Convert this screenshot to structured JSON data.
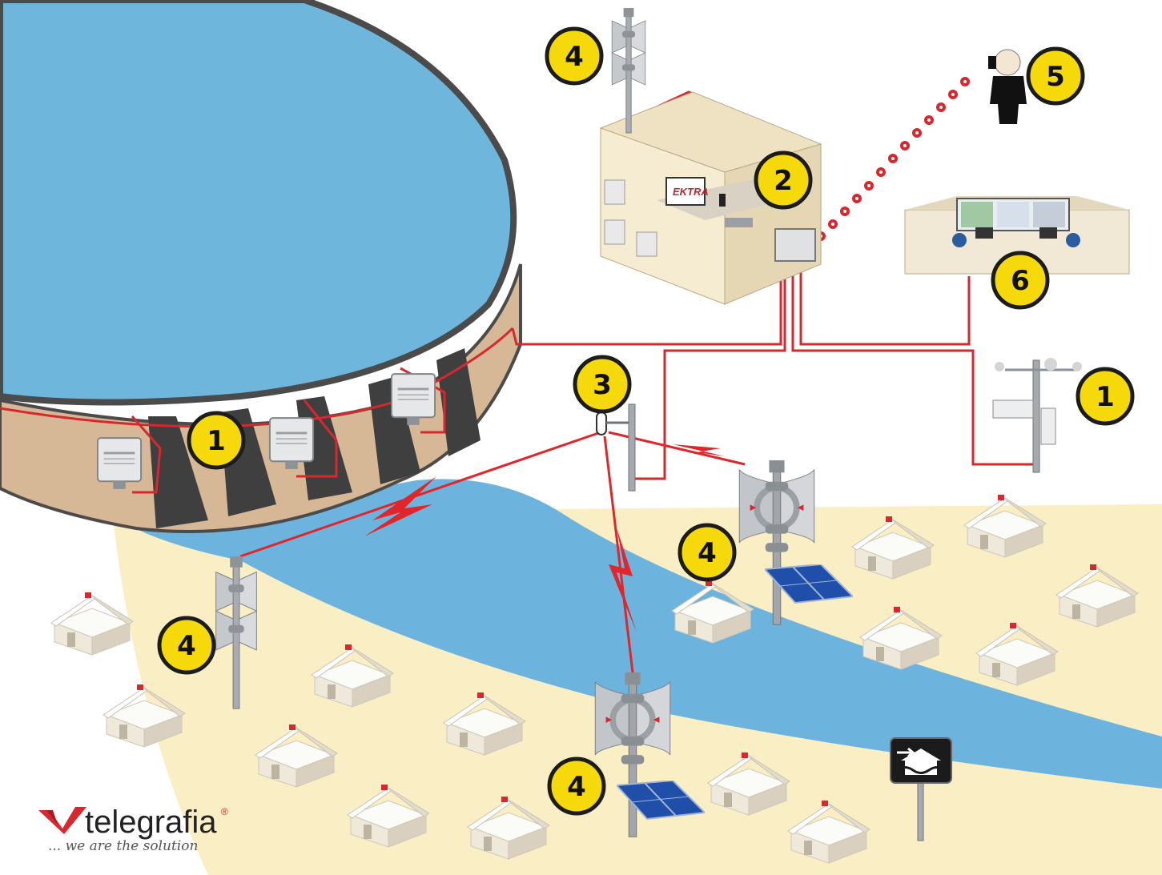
{
  "callouts": {
    "sensor_dam": "1",
    "sensor_weather": "1",
    "control_station": "2",
    "relay": "3",
    "siren_station": "4",
    "siren_village_left": "4",
    "siren_village_right": "4",
    "siren_village_bottom": "4",
    "mobile_user": "5",
    "control_room": "6"
  },
  "screen_brand": "EKTRA",
  "logo": {
    "name": "telegrafia",
    "registered": "®",
    "tagline": "... we are the solution"
  },
  "colors": {
    "water": "#6fb6dc",
    "river": "#6cb4dd",
    "land": "#faeec4",
    "cable": "#d7282f",
    "callout_fill": "#f6d90a",
    "dam": "#d6b896"
  }
}
